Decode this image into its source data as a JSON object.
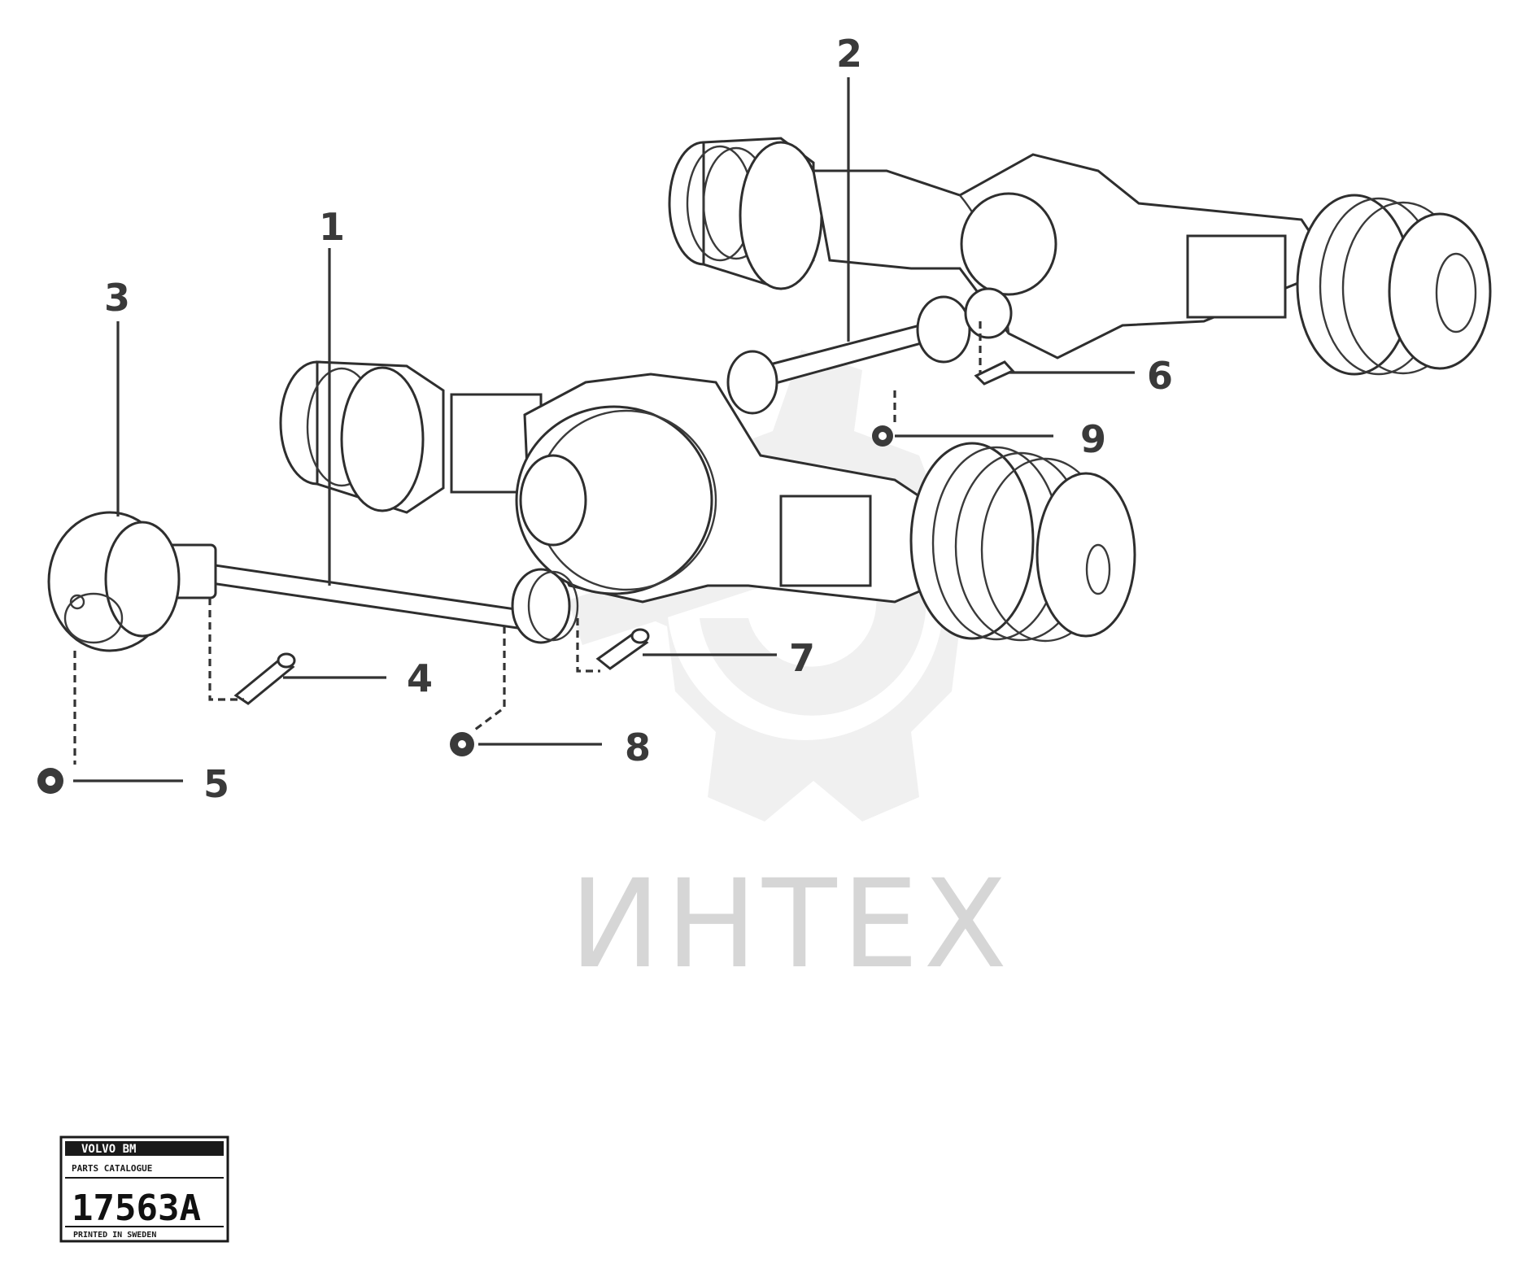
{
  "callouts": [
    {
      "id": "1",
      "label": "1"
    },
    {
      "id": "2",
      "label": "2"
    },
    {
      "id": "3",
      "label": "3"
    },
    {
      "id": "4",
      "label": "4"
    },
    {
      "id": "5",
      "label": "5"
    },
    {
      "id": "6",
      "label": "6"
    },
    {
      "id": "7",
      "label": "7"
    },
    {
      "id": "8",
      "label": "8"
    },
    {
      "id": "9",
      "label": "9"
    }
  ],
  "watermark": {
    "text": "ИНТЕХ"
  },
  "stamp": {
    "brand_line": "VOLVO BM",
    "sub_line": "PARTS CATALOGUE",
    "number": "17563A",
    "bottom_line": "PRINTED IN SWEDEN"
  }
}
